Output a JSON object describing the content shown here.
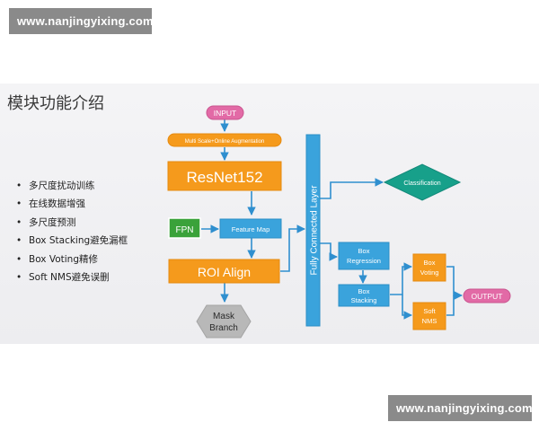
{
  "watermark_top": "www.nanjingyixing.com",
  "watermark_bottom": "www.nanjingyixing.com",
  "slide": {
    "title": "模块功能介绍",
    "bullets": [
      "多尺度扰动训练",
      "在线数据增强",
      "多尺度预测",
      "Box Stacking避免漏框",
      "Box Voting精修",
      "Soft NMS避免误删"
    ]
  },
  "diagram": {
    "input": "INPUT",
    "augmentation": "Multi Scale+Online Augmentation",
    "resnet": "ResNet152",
    "fpn": "FPN",
    "feature_map": "Feature Map",
    "roi_align": "ROI Align",
    "mask_branch_line1": "Mask",
    "mask_branch_line2": "Branch",
    "fc_layer": "Fully Connected Layer",
    "classification": "Classification",
    "box_regression_line1": "Box",
    "box_regression_line2": "Regression",
    "box_stacking_line1": "Box",
    "box_stacking_line2": "Stacking",
    "box_voting_line1": "Box",
    "box_voting_line2": "Voting",
    "soft_nms_line1": "Soft",
    "soft_nms_line2": "NMS",
    "output": "OUTPUT"
  },
  "colors": {
    "pink": "#e26aa6",
    "orange": "#f59a1c",
    "blue": "#3aa3dc",
    "green": "#3aa23a",
    "teal": "#17a08a",
    "grey": "#b8b8b8",
    "arrow": "#2f8fcf"
  }
}
